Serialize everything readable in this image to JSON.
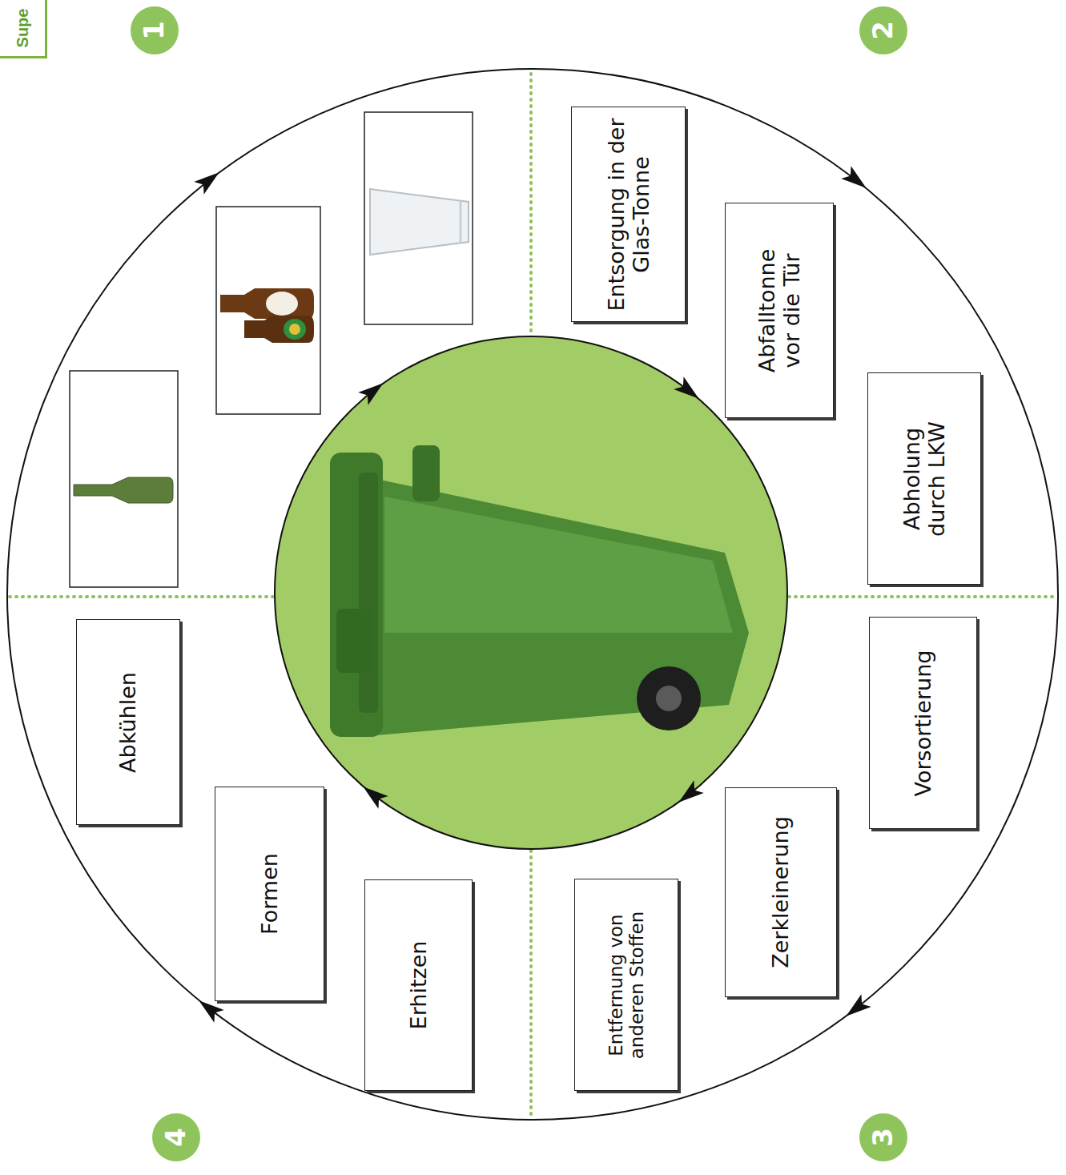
{
  "diagram": {
    "nodes": [
      {
        "text": [
          "1"
        ]
      },
      {
        "text": [
          "2"
        ]
      },
      {
        "text": [
          "3"
        ]
      },
      {
        "text": [
          "4"
        ]
      },
      {
        "text": [
          "Entsorgung in der Glas-Tonne"
        ]
      },
      {
        "text": [
          "Abfalltonne vor die Tür"
        ]
      },
      {
        "text": [
          "Abholung durch LKW"
        ]
      },
      {
        "text": [
          "Vorsortierung"
        ]
      },
      {
        "text": [
          "Zerkleinerung"
        ]
      },
      {
        "text": [
          "Entfernung von anderen Stoffen"
        ]
      },
      {
        "text": [
          "Erhitzen"
        ]
      },
      {
        "text": [
          "Formen"
        ]
      },
      {
        "text": [
          "Abkühlen"
        ]
      }
    ],
    "labels": [
      "Supe"
    ]
  }
}
